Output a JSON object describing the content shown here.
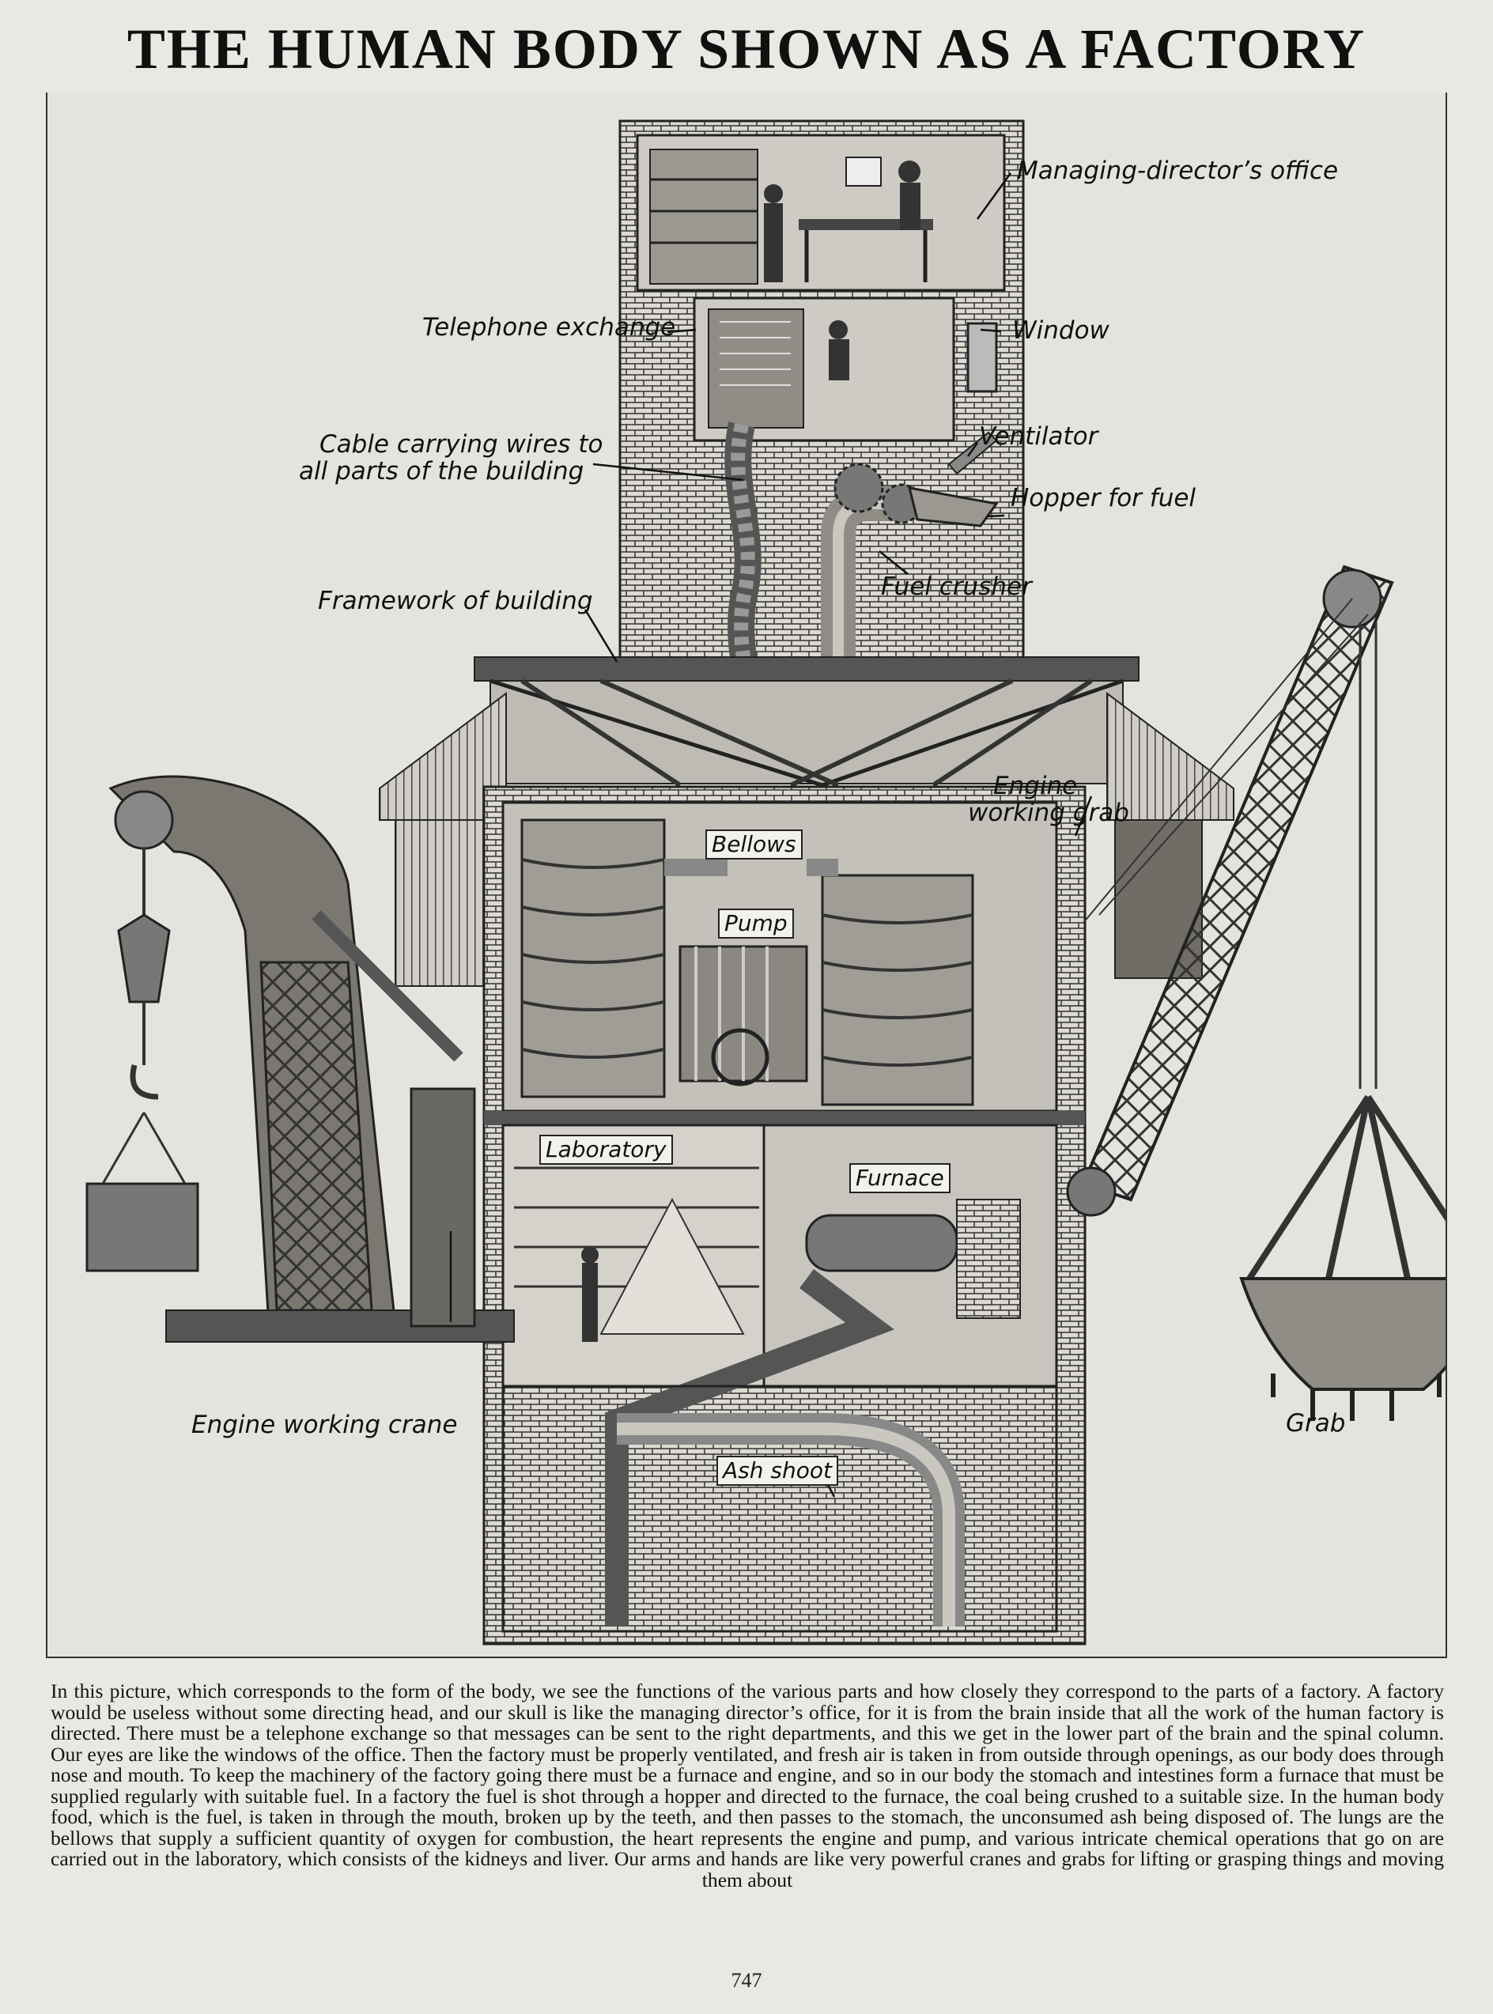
{
  "document": {
    "title": "THE HUMAN BODY SHOWN AS A FACTORY",
    "page_number": "747",
    "caption": "In this picture, which corresponds to the form of the body, we see the functions of the various parts and how closely they correspond to the parts of a factory.  A factory would be useless without some directing head, and our skull is like the managing director’s office, for it is from the brain inside that all the work of the human factory is directed.  There must be a telephone exchange so that messages can be sent to the right departments, and this we get in the lower part of the brain and the spinal column.  Our eyes are like the windows of the office.  Then the factory must be properly ventilated, and fresh air is taken in from outside through openings, as our body does through nose and mouth.  To keep the machinery of the factory going there must be a furnace and engine, and so in our body the stomach and intestines form a furnace that must be supplied regularly with suitable fuel.  In a factory the fuel is shot through a hopper and directed to the furnace, the coal being crushed to a suitable size.  In the human body food, which is the fuel, is taken in through the mouth, broken up by the teeth, and then passes to the stomach, the unconsumed ash being disposed of.  The lungs are the bellows that supply a sufficient quantity of oxygen for combustion, the heart represents the engine and pump, and various intricate chemical operations that go on are carried out in the laboratory, which consists of the kidneys and liver.  Our arms and hands are like very powerful cranes and grabs for lifting or grasping things and moving them about"
  },
  "labels": {
    "managing_directors_office": "Managing-director’s office",
    "telephone_exchange": "Telephone exchange",
    "window": "Window",
    "cable_line1": "Cable carrying wires to",
    "cable_line2": "all parts of the building",
    "ventilator": "Ventilator",
    "hopper": "Hopper for fuel",
    "fuel_crusher": "Fuel crusher",
    "framework": "Framework of building",
    "engine_grab_line1": "Engine",
    "engine_grab_line2": "working grab",
    "bellows": "Bellows",
    "pump": "Pump",
    "laboratory": "Laboratory",
    "furnace": "Furnace",
    "engine_crane": "Engine working crane",
    "grab": "Grab",
    "ash_shoot": "Ash shoot"
  }
}
